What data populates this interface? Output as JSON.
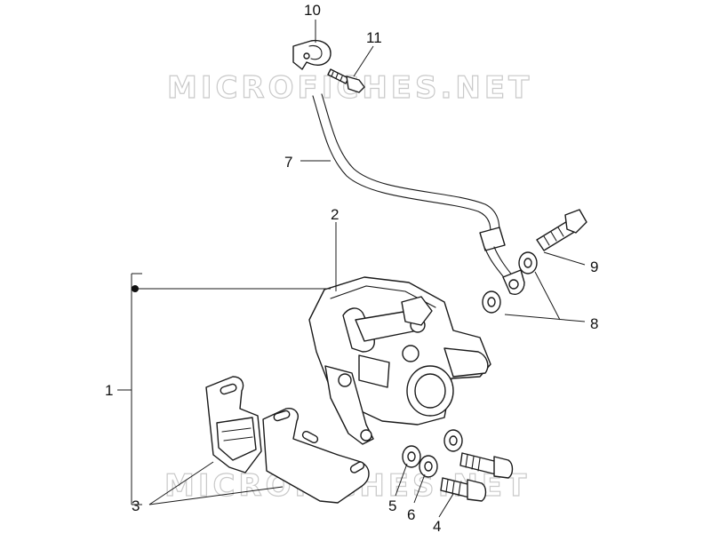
{
  "watermarks": {
    "top": "MICROFICHES.NET",
    "bottom": "MICROFICHES.NET"
  },
  "callouts": {
    "c1": "1",
    "c2": "2",
    "c3": "3",
    "c4": "4",
    "c5": "5",
    "c6": "6",
    "c7": "7",
    "c8": "8",
    "c9": "9",
    "c10": "10",
    "c11": "11"
  }
}
